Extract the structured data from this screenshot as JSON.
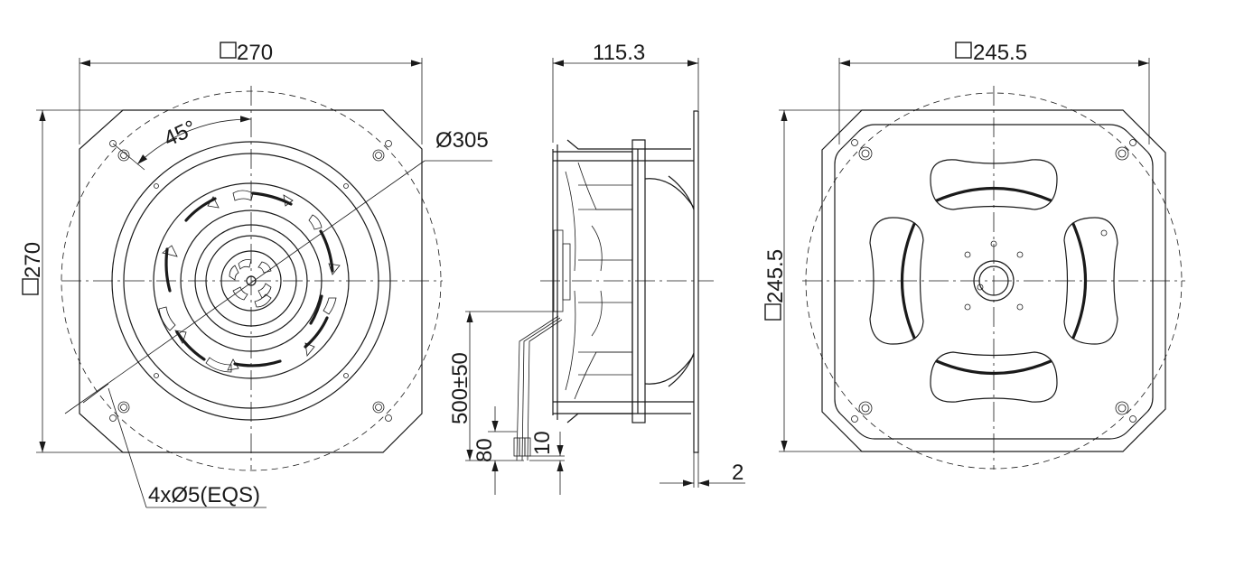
{
  "drawing": {
    "front_view": {
      "square_dim": "270",
      "vertical_dim": "270",
      "diameter_dim": "Ø305",
      "angle_dim": "45°",
      "holes_dim": "4xØ5(EQS)"
    },
    "side_view": {
      "depth_dim": "115.3",
      "cable_length_dim": "500±50",
      "strip_80_dim": "80",
      "strip_10_dim": "10",
      "flange_dim": "2"
    },
    "rear_view": {
      "square_dim": "245.5",
      "vertical_dim": "245.5"
    }
  }
}
